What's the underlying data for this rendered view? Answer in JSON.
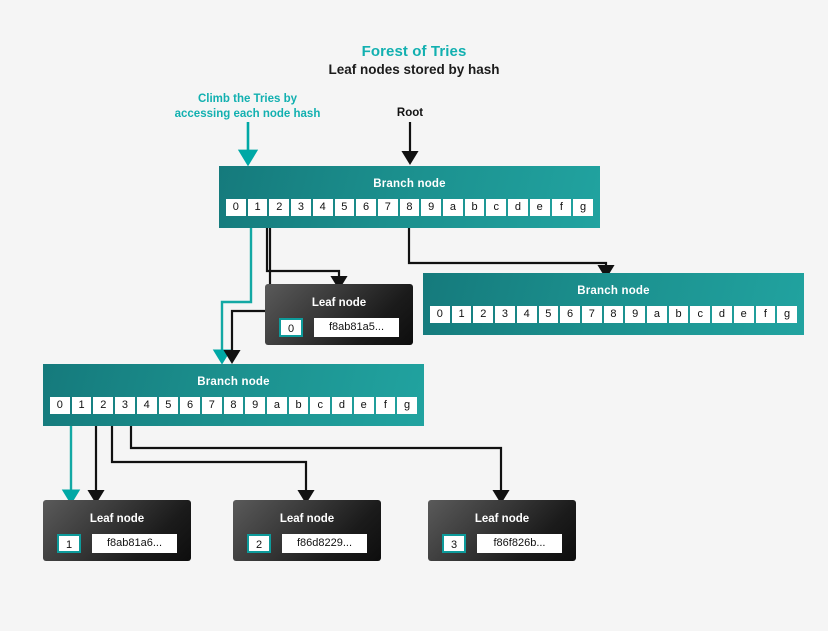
{
  "header": {
    "title": "Forest of Tries",
    "subtitle": "Leaf nodes stored by hash",
    "title_color": "#12b0b0"
  },
  "annotations": {
    "climb": "Climb the Tries by\naccessing each node hash",
    "climb_line1": "Climb the Tries by",
    "climb_line2": "accessing each node hash",
    "root": "Root"
  },
  "labels": {
    "branch_node": "Branch node",
    "leaf_node": "Leaf node"
  },
  "nibbles": [
    "0",
    "1",
    "2",
    "3",
    "4",
    "5",
    "6",
    "7",
    "8",
    "9",
    "a",
    "b",
    "c",
    "d",
    "e",
    "f",
    "g"
  ],
  "nodes": {
    "root_branch": {
      "title": "Branch node",
      "cells": [
        "0",
        "1",
        "2",
        "3",
        "4",
        "5",
        "6",
        "7",
        "8",
        "9",
        "a",
        "b",
        "c",
        "d",
        "e",
        "f",
        "g"
      ],
      "active_cells": [
        "0",
        "1",
        "8"
      ]
    },
    "right_branch": {
      "title": "Branch node",
      "cells": [
        "0",
        "1",
        "2",
        "3",
        "4",
        "5",
        "6",
        "7",
        "8",
        "9",
        "a",
        "b",
        "c",
        "d",
        "e",
        "f",
        "g"
      ],
      "active_cells": []
    },
    "left_branch": {
      "title": "Branch node",
      "cells": [
        "0",
        "1",
        "2",
        "3",
        "4",
        "5",
        "6",
        "7",
        "8",
        "9",
        "a",
        "b",
        "c",
        "d",
        "e",
        "f",
        "g"
      ],
      "active_cells": [
        "0",
        "1",
        "2",
        "3"
      ]
    },
    "leaf_top": {
      "title": "Leaf node",
      "index": "0",
      "hash": "f8ab81a5..."
    },
    "leaf_1": {
      "title": "Leaf node",
      "index": "1",
      "hash": "f8ab81a6..."
    },
    "leaf_2": {
      "title": "Leaf node",
      "index": "2",
      "hash": "f86d8229..."
    },
    "leaf_3": {
      "title": "Leaf node",
      "index": "3",
      "hash": "f86f826b..."
    }
  },
  "colors": {
    "background": "#f5f5f5",
    "teal_accent": "#12b0b0",
    "teal_arrow": "#00a8a5",
    "branch_teal_dark": "#157a7c",
    "branch_teal_light": "#21a3a0",
    "leaf_dark": "#1b1b1b",
    "black_arrow": "#111111",
    "index_border": "#0e9b9b"
  }
}
